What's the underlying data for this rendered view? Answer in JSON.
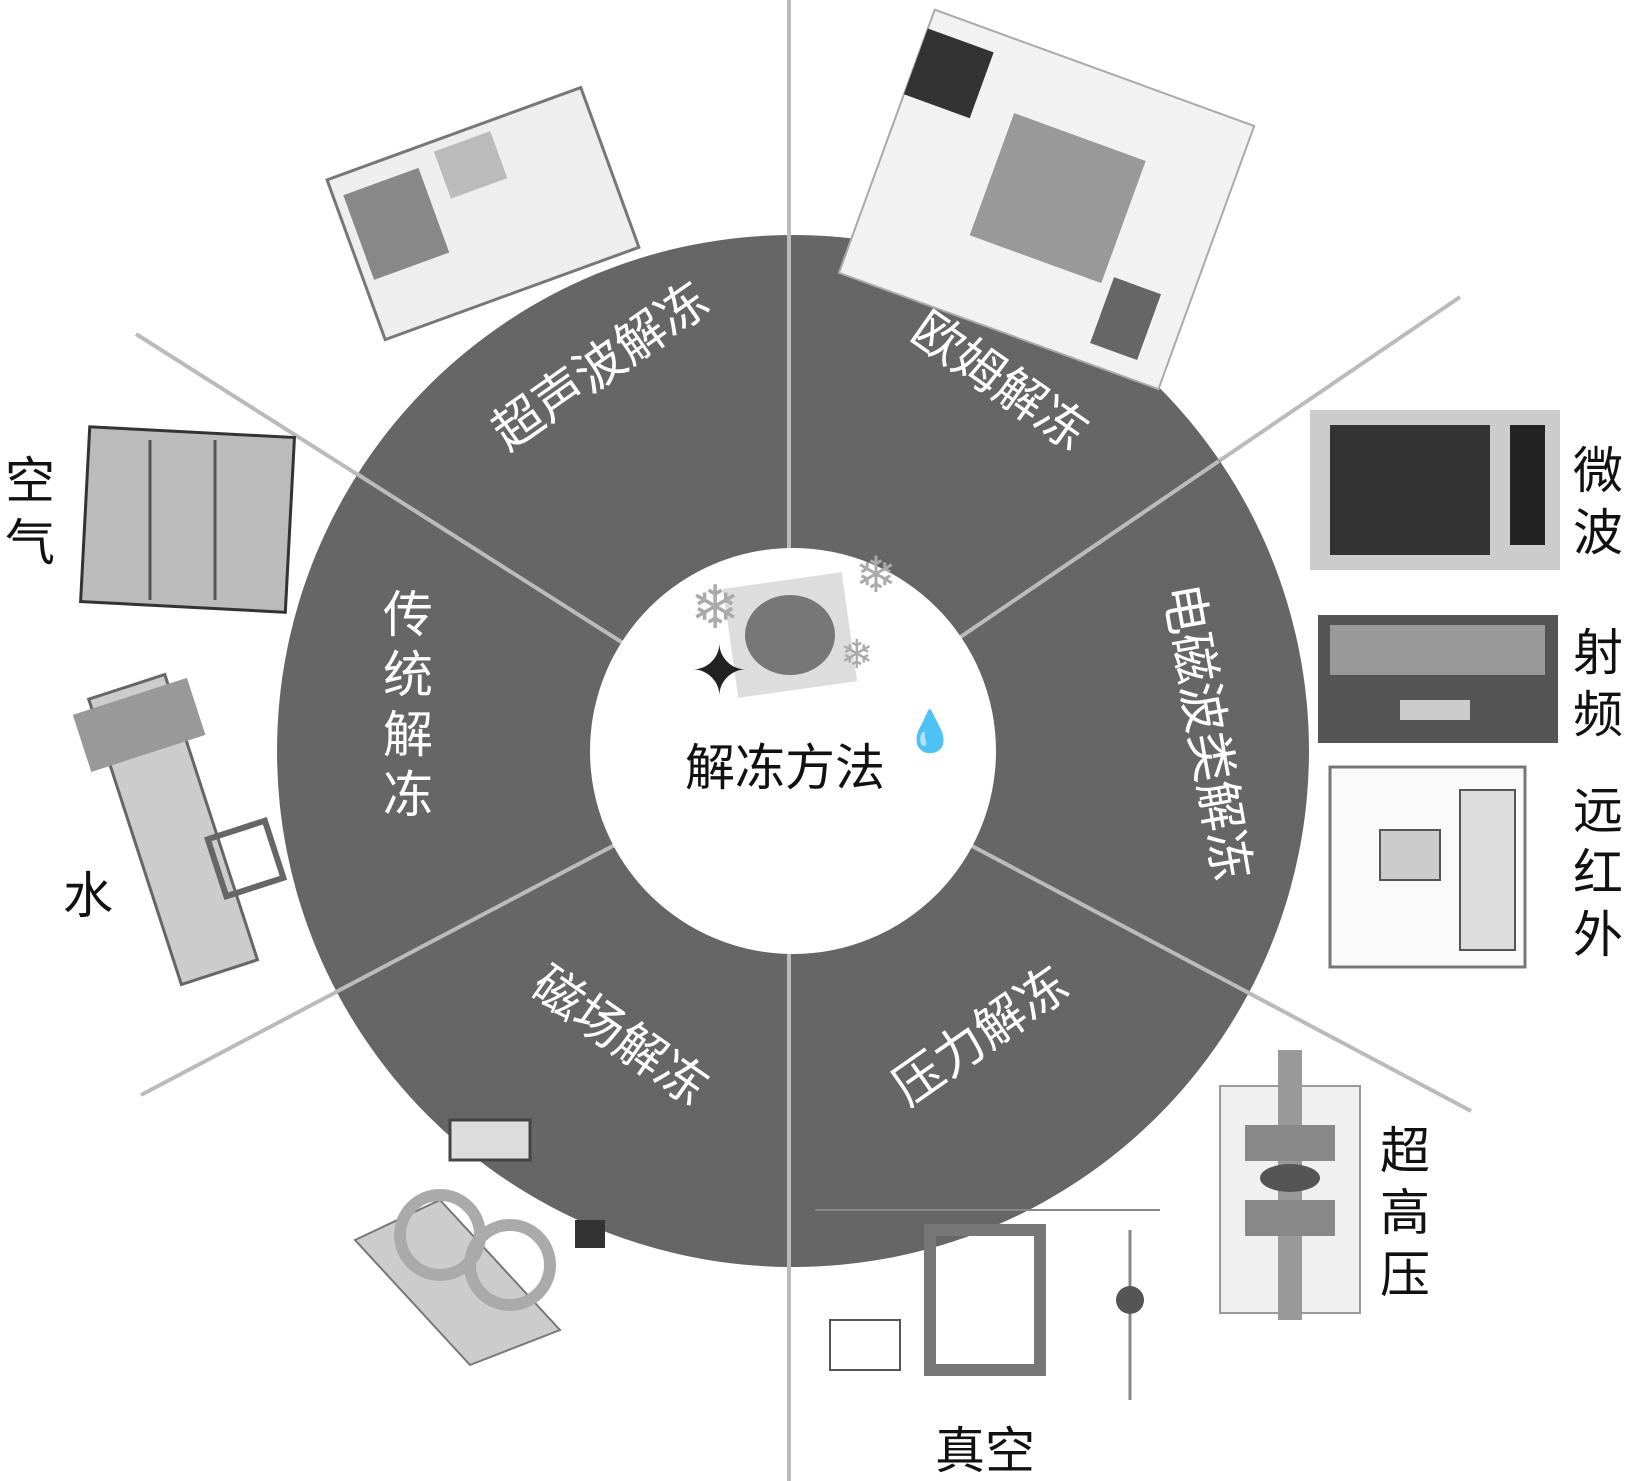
{
  "center": {
    "label": "解冻方法"
  },
  "segments": {
    "ultrasonic": "超声波解冻",
    "ohmic": "欧姆解冻",
    "electromagnetic": "电磁波类解冻",
    "pressure": "压力解冻",
    "magnetic": "磁场解冻",
    "traditional": "传统解冻"
  },
  "outer": {
    "air": "空气",
    "water": "水",
    "microwave": "微波",
    "radio_frequency": "射频",
    "far_infrared": "远红外",
    "ultra_high_pressure": "超高压",
    "vacuum": "真空"
  },
  "colors": {
    "ring": "#666666",
    "lines": "#bbbbbb",
    "center": "#ffffff"
  }
}
